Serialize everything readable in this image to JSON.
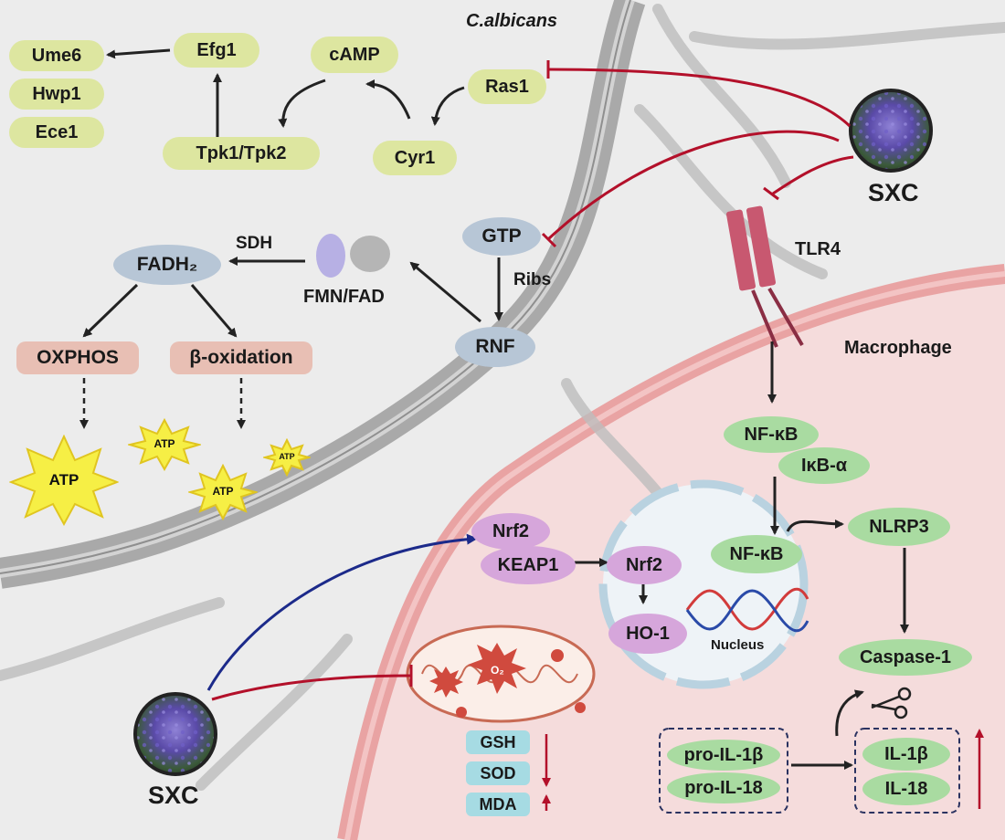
{
  "organism_label": "C.albicans",
  "cell_label": "Macrophage",
  "drug_label": "SXC",
  "nucleus_label": "Nucleus",
  "receptor_label": "TLR4",
  "colors": {
    "yellow_node": "#dde6a0",
    "blue_node": "#b7c6d6",
    "green_node": "#a9dba1",
    "purple_node": "#d6a6db",
    "pink_node": "#e8bfb4",
    "cyan_node": "#a6dbe3",
    "inhibit": "#b3102a",
    "activate_blue": "#1c2a8a"
  },
  "camp_pathway": {
    "ume6": "Ume6",
    "hwp1": "Hwp1",
    "ece1": "Ece1",
    "efg1": "Efg1",
    "camp": "cAMP",
    "ras1": "Ras1",
    "tpk": "Tpk1/Tpk2",
    "cyr1": "Cyr1"
  },
  "energy_pathway": {
    "gtp": "GTP",
    "ribs": "Ribs",
    "rnf": "RNF",
    "fmn_fad": "FMN/FAD",
    "sdh": "SDH",
    "fadh2": "FADH₂",
    "oxphos": "OXPHOS",
    "beta_ox": "β-oxidation",
    "atp": "ATP"
  },
  "macrophage_pathway": {
    "nfkb": "NF-κB",
    "ikba": "IκB-α",
    "nfkb_nuc": "NF-κB",
    "nlrp3": "NLRP3",
    "caspase1": "Caspase-1",
    "nrf2": "Nrf2",
    "keap1": "KEAP1",
    "nrf2_nuc": "Nrf2",
    "ho1": "HO-1",
    "pro_il1b": "pro-IL-1β",
    "pro_il18": "pro-IL-18",
    "il1b": "IL-1β",
    "il18": "IL-18"
  },
  "oxidative": {
    "gsh": "GSH",
    "sod": "SOD",
    "mda": "MDA",
    "o2": "O₂"
  }
}
